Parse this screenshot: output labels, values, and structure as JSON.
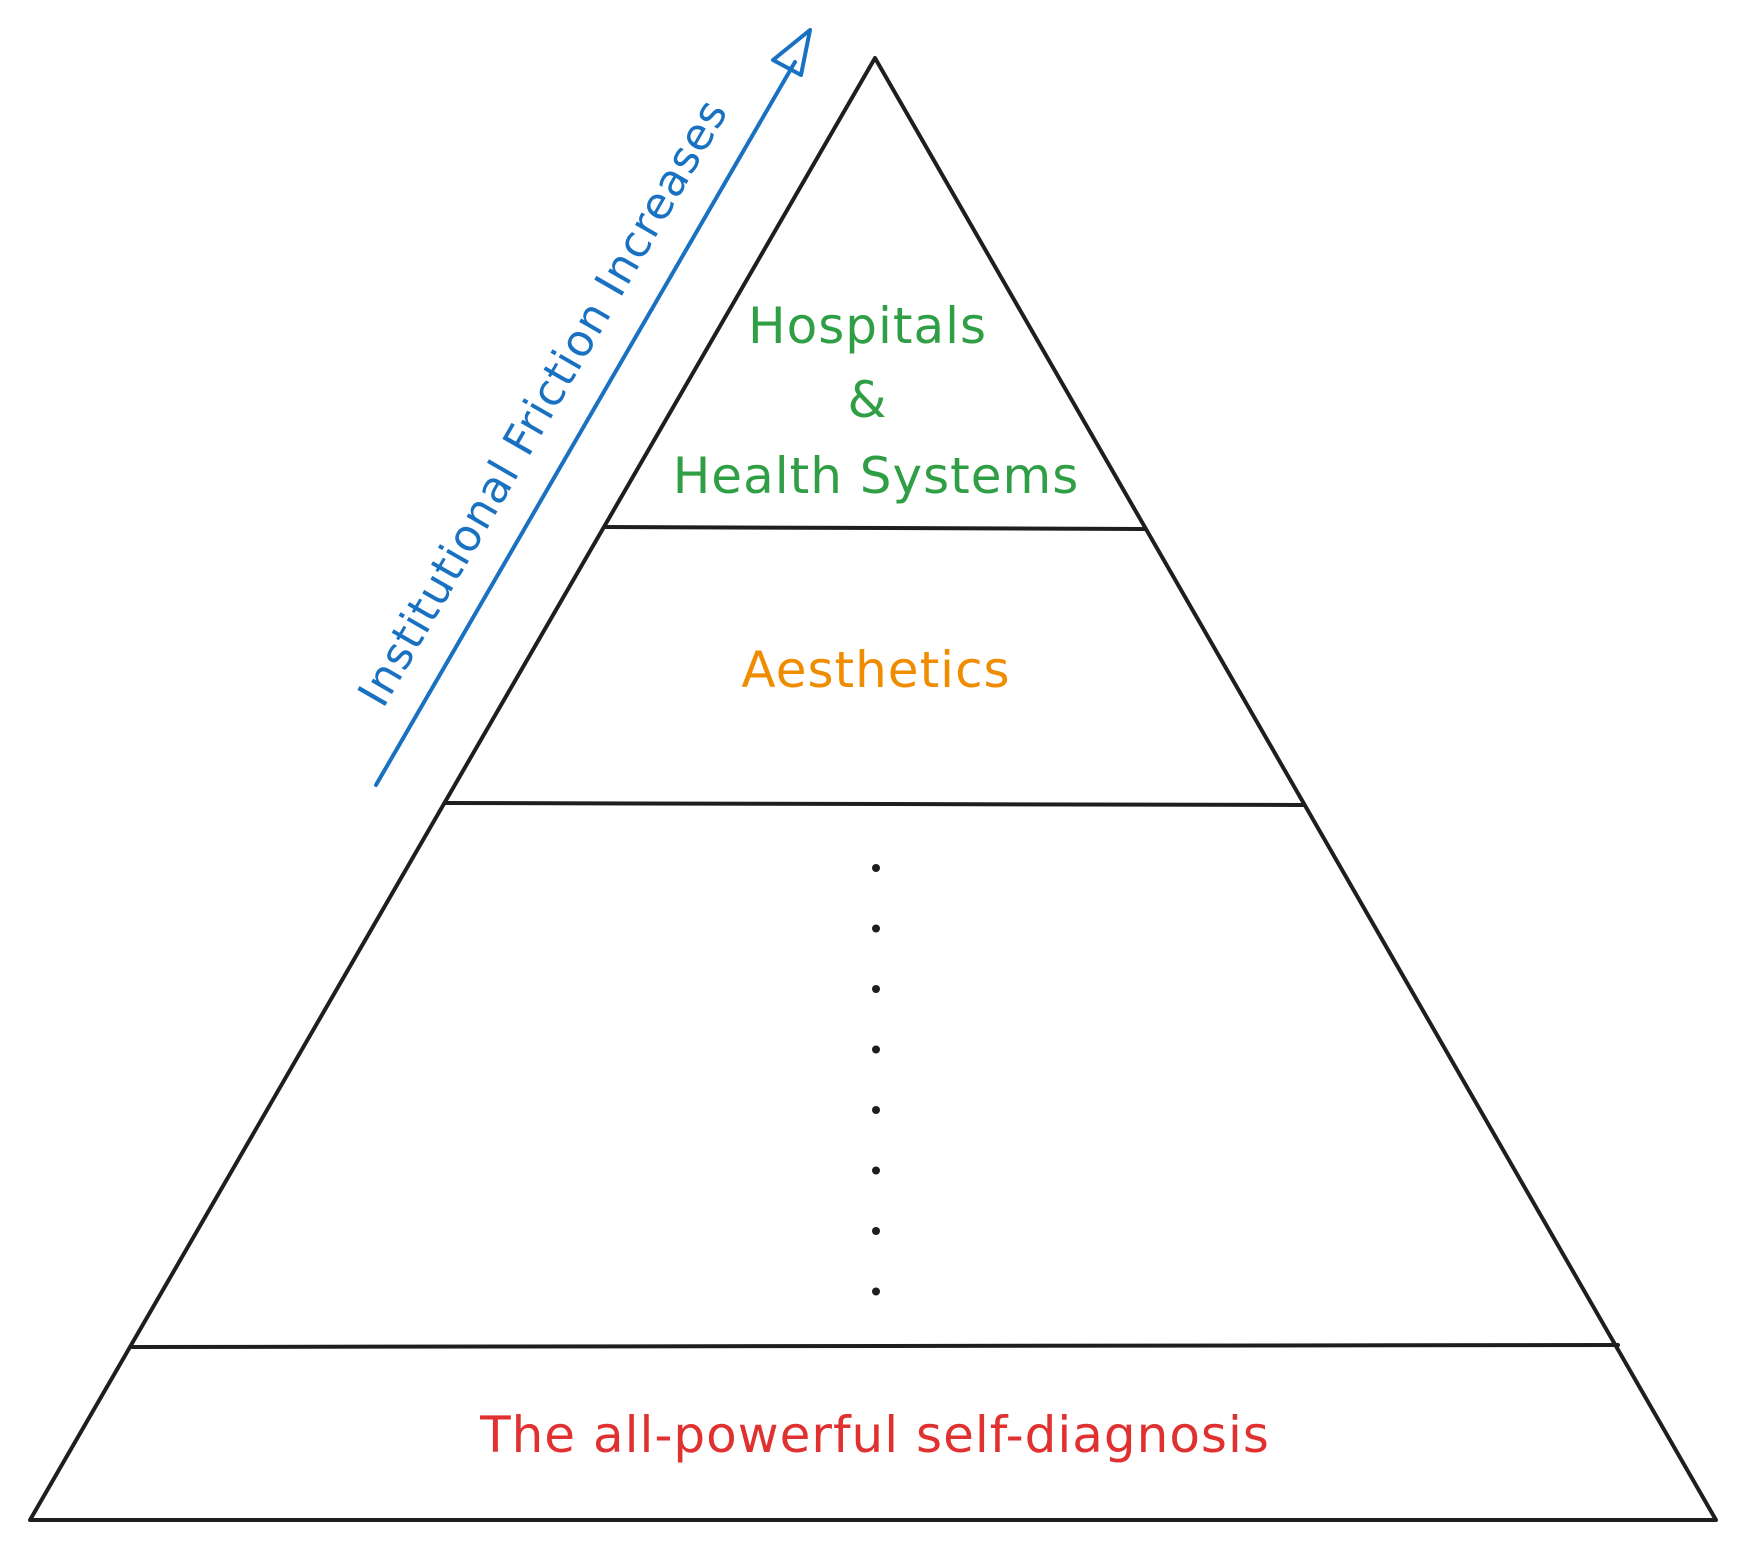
{
  "tiers": {
    "top": {
      "lines": [
        "Hospitals",
        "&",
        "Health Systems"
      ],
      "color": "#2f9e44"
    },
    "second": {
      "label": "Aesthetics",
      "color": "#f08c00"
    },
    "middle": {
      "ellipsis_dots": 8
    },
    "bottom": {
      "label": "The all-powerful self-diagnosis",
      "color": "#e03131"
    }
  },
  "arrow": {
    "label": "Institutional Friction Increases",
    "color": "#1971c2",
    "direction": "up"
  },
  "outline_color": "#1e1e1e"
}
